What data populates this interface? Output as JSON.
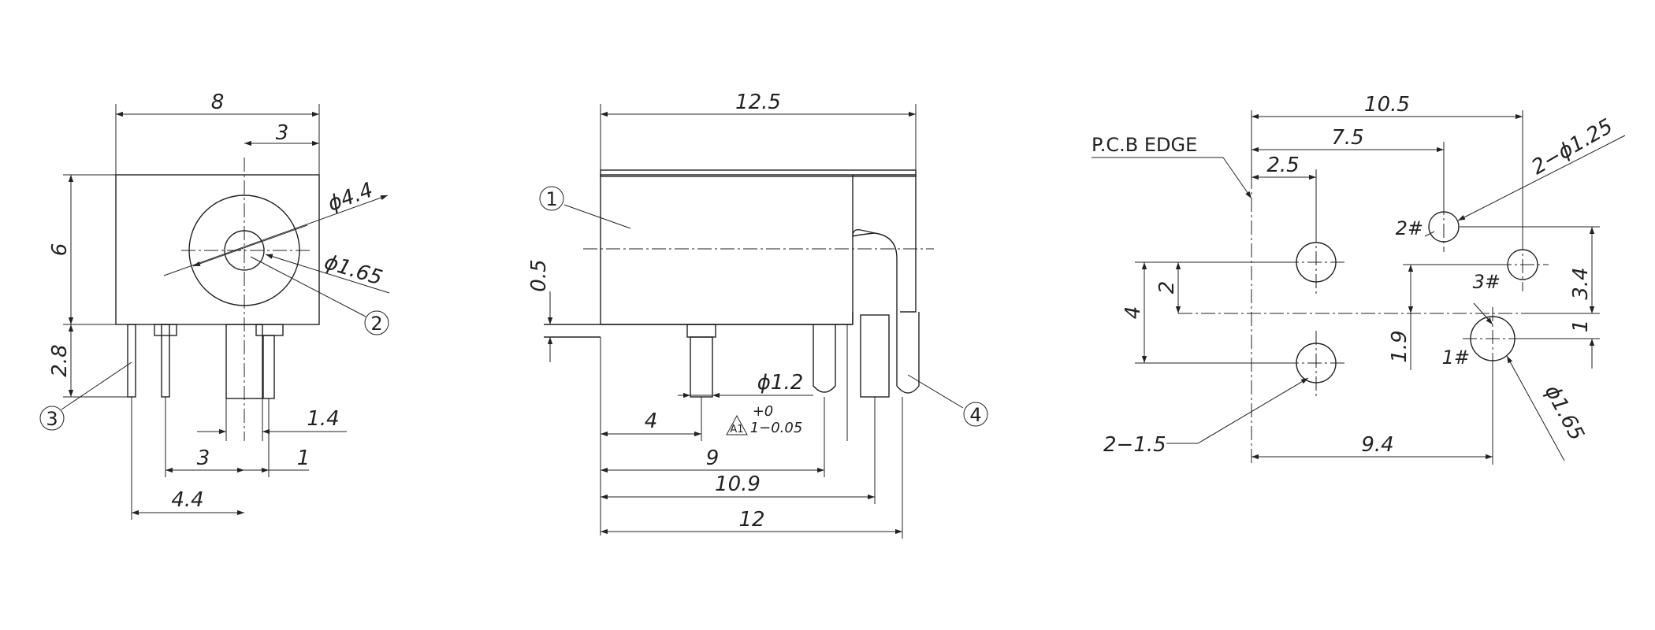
{
  "front_view": {
    "dims": {
      "width": "8",
      "offset": "3",
      "height": "6",
      "pin_len": "2.8",
      "outer_dia": "ϕ4.4",
      "inner_dia": "ϕ1.65",
      "pin_w": "1.4",
      "pin_gap": "3",
      "pin_off": "1",
      "pin_span": "4.4"
    },
    "callouts": {
      "c2": "2",
      "c3": "3"
    }
  },
  "side_view": {
    "dims": {
      "length": "12.5",
      "step": "0.5",
      "pin_dia": "ϕ1.2",
      "d4": "4",
      "tol_upper": "+0",
      "tol_lower": "1−0.05",
      "tol_tag": "A1",
      "d9": "9",
      "d109": "10.9",
      "d12": "12"
    },
    "callouts": {
      "c1": "1",
      "c4": "4"
    }
  },
  "pcb_view": {
    "edge_label": "P.C.B EDGE",
    "dims": {
      "d105": "10.5",
      "d75": "7.5",
      "d25": "2.5",
      "hole_dia": "2−ϕ1.25",
      "d34": "3.4",
      "d2": "2",
      "d4": "4",
      "d19": "1.9",
      "d1": "1",
      "d94": "9.4",
      "slot": "2−1.5",
      "dia165": "ϕ1.65"
    },
    "pins": {
      "p1": "1#",
      "p2": "2#",
      "p3": "3#"
    }
  }
}
